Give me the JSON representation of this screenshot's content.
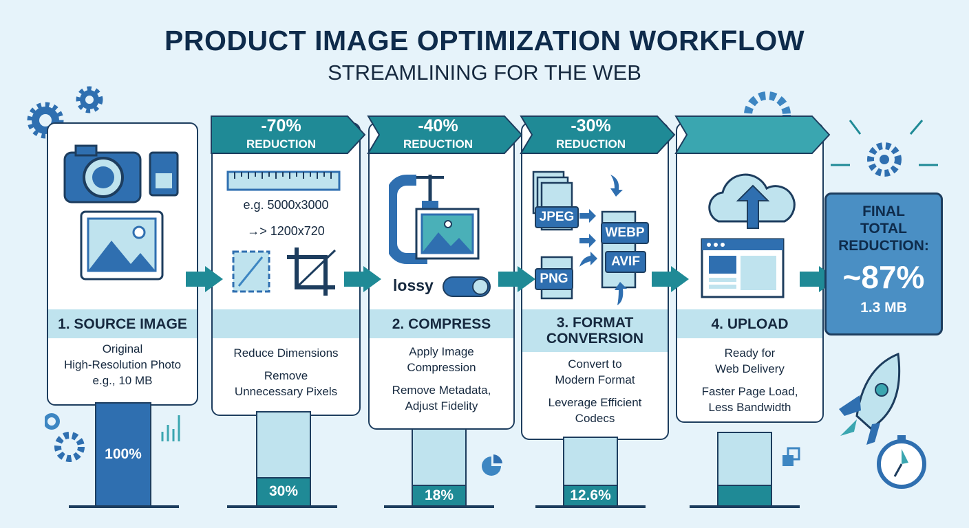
{
  "header": {
    "title": "PRODUCT IMAGE OPTIMIZATION WORKFLOW",
    "subtitle": "STREAMLINING FOR THE WEB"
  },
  "colors": {
    "navy": "#1d3d5e",
    "teal": "#1f8a96",
    "blue": "#2f6fb0",
    "light": "#bfe3ee",
    "background": "#e6f3fa"
  },
  "steps": [
    {
      "label": "1. SOURCE IMAGE",
      "lines": [
        "Original",
        "High-Resolution Photo",
        "e.g., 10 MB"
      ],
      "bar_value": "100%",
      "fill": 1.0,
      "icons": [
        "camera-icon",
        "sd-card-icon",
        "image-icon"
      ]
    },
    {
      "banner_pct": "-70%",
      "banner_text": "REDUCTION",
      "label": "",
      "lines": [
        "Reduce Dimensions",
        "Remove",
        "Unnecessary Pixels"
      ],
      "example_from": "e.g. 5000x3000",
      "example_to": "→> 1200x720",
      "bar_value": "30%",
      "fill": 0.3,
      "icons": [
        "ruler-icon",
        "resize-icon",
        "crop-icon"
      ]
    },
    {
      "banner_pct": "-40%",
      "banner_text": "REDUCTION",
      "label": "2. COMPRESS",
      "lines": [
        "Apply Image",
        "Compression",
        "Remove Metadata,",
        "Adjust Fidelity"
      ],
      "toggle_label": "lossy",
      "bar_value": "18%",
      "fill": 0.18,
      "icons": [
        "clamp-icon",
        "toggle-icon"
      ]
    },
    {
      "banner_pct": "-30%",
      "banner_text": "REDUCTION",
      "label": "3. FORMAT CONVERSION",
      "lines": [
        "Convert to",
        "Modern Format",
        "Leverage Efficient",
        "Codecs"
      ],
      "formats_in": [
        "JPEG",
        "PNG"
      ],
      "formats_out": [
        "WEBP",
        "AVIF"
      ],
      "bar_value": "12.6%",
      "fill": 0.126
    },
    {
      "label": "4. UPLOAD",
      "lines": [
        "Ready for",
        "Web Delivery",
        "Faster Page Load,",
        "Less Bandwidth"
      ],
      "bar_value": "",
      "fill": 0.13,
      "icons": [
        "cloud-upload-icon",
        "browser-icon"
      ]
    }
  ],
  "final": {
    "line1": "FINAL",
    "line2": "TOTAL",
    "line3": "REDUCTION:",
    "value": "~87%",
    "size": "1.3 MB"
  }
}
